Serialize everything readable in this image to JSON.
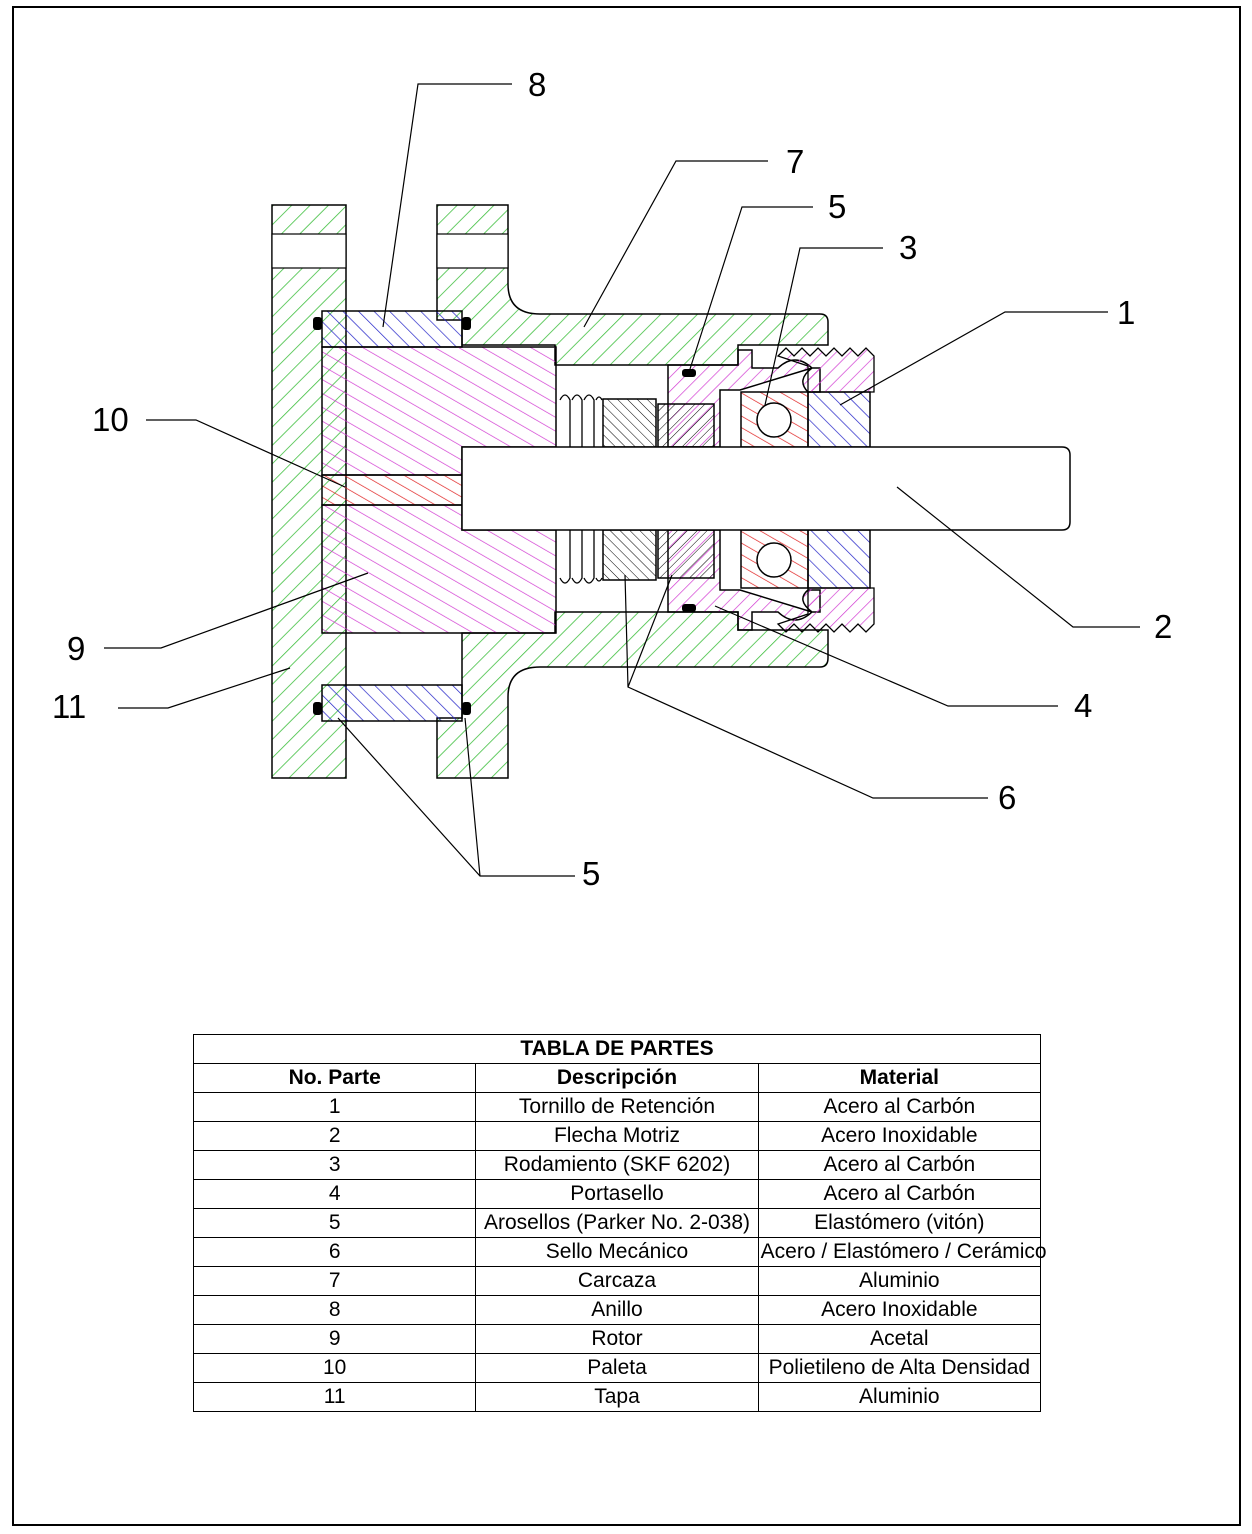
{
  "callouts": [
    {
      "id": "c8",
      "label": "8"
    },
    {
      "id": "c7",
      "label": "7"
    },
    {
      "id": "c5a",
      "label": "5"
    },
    {
      "id": "c3",
      "label": "3"
    },
    {
      "id": "c1",
      "label": "1"
    },
    {
      "id": "c10",
      "label": "10"
    },
    {
      "id": "c2",
      "label": "2"
    },
    {
      "id": "c9",
      "label": "9"
    },
    {
      "id": "c11",
      "label": "11"
    },
    {
      "id": "c4",
      "label": "4"
    },
    {
      "id": "c6",
      "label": "6"
    },
    {
      "id": "c5b",
      "label": "5"
    }
  ],
  "colors": {
    "carcaza_tapa": "#3fbf3f",
    "anillo_tornillo": "#2323c8",
    "rotor_portasello": "#d23cd2",
    "paleta_rodamiento": "#e02020",
    "outline": "#000000"
  },
  "table": {
    "title": "TABLA DE PARTES",
    "headers": [
      "No. Parte",
      "Descripción",
      "Material"
    ],
    "rows": [
      [
        "1",
        "Tornillo de Retención",
        "Acero al Carbón"
      ],
      [
        "2",
        "Flecha Motriz",
        "Acero Inoxidable"
      ],
      [
        "3",
        "Rodamiento (SKF 6202)",
        "Acero al Carbón"
      ],
      [
        "4",
        "Portasello",
        "Acero al Carbón"
      ],
      [
        "5",
        "Arosellos (Parker No. 2-038)",
        "Elastómero (vitón)"
      ],
      [
        "6",
        "Sello Mecánico",
        "Acero / Elastómero / Cerámico"
      ],
      [
        "7",
        "Carcaza",
        "Aluminio"
      ],
      [
        "8",
        "Anillo",
        "Acero Inoxidable"
      ],
      [
        "9",
        "Rotor",
        "Acetal"
      ],
      [
        "10",
        "Paleta",
        "Polietileno de Alta Densidad"
      ],
      [
        "11",
        "Tapa",
        "Aluminio"
      ]
    ]
  }
}
